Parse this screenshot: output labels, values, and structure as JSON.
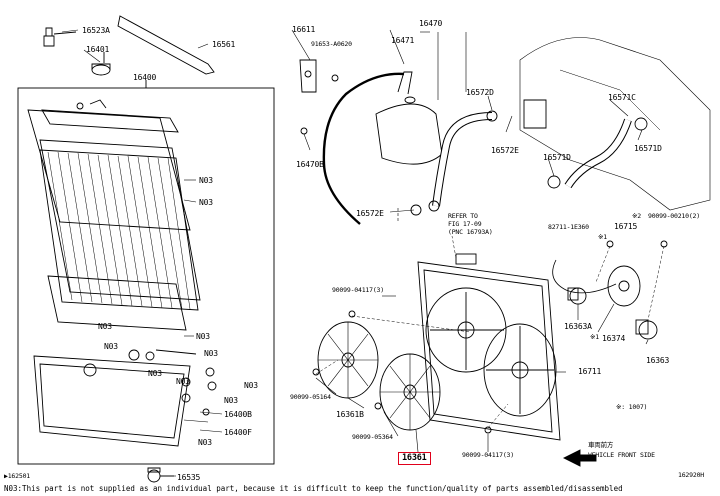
{
  "diagram_id": "▶162501",
  "diagram_code": "162920H",
  "highlighted_part": "16361",
  "highlight_color": "#e0001b",
  "footnote": "N03:This part is not supplied as an individual part, because it is difficult to keep the function/quality of parts assembled/disassembled",
  "vehicle_front": {
    "jp": "車両前方",
    "en": "VEHICLE FRONT SIDE"
  },
  "refer_note": [
    "REFER TO",
    "FIG 17-09",
    "(PNC 16793A)"
  ],
  "symbol_notes": {
    "s1": "※1",
    "s2": "※2",
    "s3": "※1",
    "range": "※: 1007)"
  },
  "labels": {
    "p16523A": "16523A",
    "p16401": "16401",
    "p16561": "16561",
    "p16400": "16400",
    "p16611": "16611",
    "p91653": "91653-A0620",
    "p16471": "16471",
    "p16470": "16470",
    "p16470B": "16470B",
    "p16572D": "16572D",
    "p16571C": "16571C",
    "p16572E_a": "16572E",
    "p16571D_a": "16571D",
    "p16571D_b": "16571D",
    "p16572E_b": "16572E",
    "p82711": "82711-1E360",
    "p16715": "16715",
    "p90099_00210": "90099-00210(2)",
    "p90099_04117_3a": "90099-04117(3)",
    "p16363A": "16363A",
    "p16374": "16374",
    "p16711": "16711",
    "p16363": "16363",
    "p90099_05164": "90099-05164",
    "p16361B": "16361B",
    "p90099_05364": "90099-05364",
    "p90099_04117_3b": "90099-04117(3)",
    "p16361": "16361",
    "p16535": "16535",
    "p16400B": "16400B",
    "p16400F": "16400F",
    "n03_1": "N03",
    "n03_2": "N03",
    "n03_3": "N03",
    "n03_4": "N03",
    "n03_5": "N03",
    "n03_6": "N03",
    "n03_7": "N03",
    "n03_8": "N03",
    "n03_9": "N03",
    "n03_10": "N03",
    "n03_11": "N03"
  }
}
